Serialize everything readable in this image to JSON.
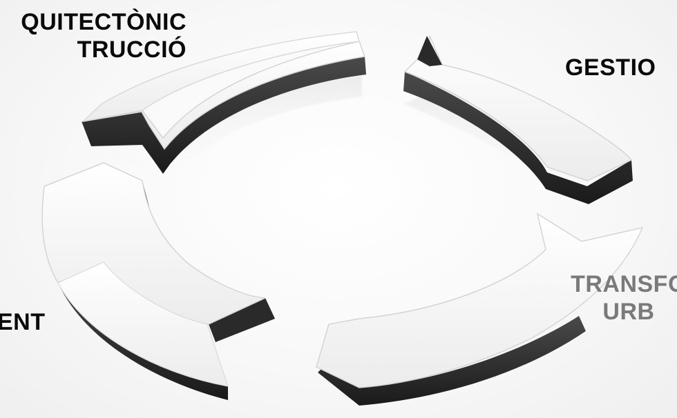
{
  "diagram": {
    "type": "circular-cycle",
    "segments": [
      {
        "id": "arquitectonic",
        "lines": [
          "QUITECTÒNIC",
          "TRUCCIÓ"
        ],
        "text_color": "#0a0a0a"
      },
      {
        "id": "gestio",
        "lines": [
          "GESTIO"
        ],
        "text_color": "#0a0a0a"
      },
      {
        "id": "transformacio",
        "lines": [
          "TRANSFO",
          "URB"
        ],
        "text_color": "#7a7a7a"
      },
      {
        "id": "entorn",
        "lines": [
          "ENT"
        ],
        "text_color": "#0a0a0a"
      }
    ],
    "colors": {
      "arrow_top": "#f9f9f9",
      "arrow_side": "#2a2a2a",
      "arrow_edge": "#d9d9d9",
      "background": "#f6f6f6"
    }
  }
}
